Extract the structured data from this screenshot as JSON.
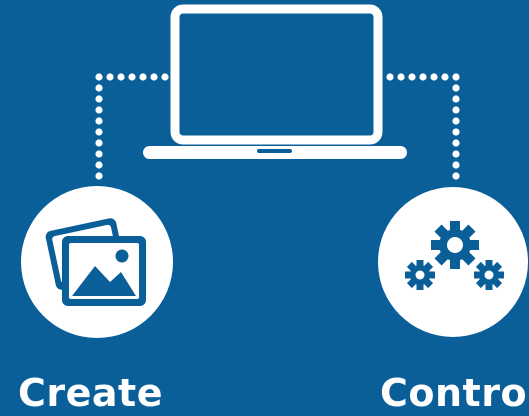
{
  "colors": {
    "background": "#0b5f99",
    "foreground": "#ffffff"
  },
  "diagram": {
    "center_device": "laptop-icon",
    "connectors": "dotted-lines",
    "nodes": [
      {
        "id": "create",
        "label": "Create",
        "icon": "image-gallery-icon"
      },
      {
        "id": "control",
        "label": "Control",
        "icon": "gears-icon"
      }
    ]
  }
}
